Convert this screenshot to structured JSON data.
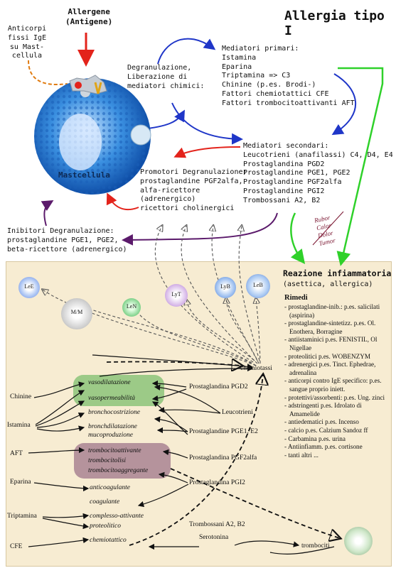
{
  "title": "Allergia tipo I",
  "allergen": {
    "line1": "Allergene",
    "line2": "(Antigene)"
  },
  "antibodies": {
    "lines": [
      "Anticorpi",
      "fissi IgE",
      "su Mast-",
      "cellula"
    ]
  },
  "cell_label": "Mastcellula",
  "degranulation": {
    "lines": [
      "Degranulazione,",
      "Liberazione di",
      "mediatori chimici:"
    ]
  },
  "primary": {
    "heading": "Mediatori primari:",
    "items": [
      "Istamina",
      "Eparina",
      "Triptamina => C3",
      "Chinine (p.es. Brodi-)",
      "Fattori chemiotattici CFE",
      "Fattori trombocitoattivanti AFT"
    ]
  },
  "secondary": {
    "heading": "Mediatori secondari:",
    "items": [
      "Leucotrieni (anafilassi) C4, D4, E4",
      "Prostaglandina PGD2",
      "Prostaglandine PGE1, PGE2",
      "Prostaglandine PGF2alfa",
      "Prostaglandine PGI2",
      "Trombossani A2, B2"
    ]
  },
  "promoters": {
    "heading": "Promotori Degranulazione:",
    "items": [
      "prostaglandine PGF2alfa,",
      "alfa-ricettore",
      "(adrenergico)",
      "ricettori cholinergici"
    ]
  },
  "inhibitors": {
    "heading": "Inibitori Degranulazione:",
    "items": [
      "prostaglandine PGE1, PGE2,",
      "beta-ricettore (adrenergico)"
    ]
  },
  "inflammation_signs": [
    "Rubor",
    "Calor",
    "Dolor",
    "Tumor"
  ],
  "reaction": {
    "title": "Reazione infiammatoria",
    "subtitle": "(asettica, allergica)"
  },
  "remedies": {
    "heading": "Rimedi",
    "items": [
      "- prostaglandine-inib.: p.es. salicilati (aspirina)",
      "- prostaglandine-sintetizz. p.es. Ol. Enothera, Borragine",
      "- antiistaminici p.es. FENISTIL, Ol Nigellae",
      "- proteolitici p.es. WOBENZYM",
      "- adrenergici p.es. Tinct. Ephedrae, adrenalina",
      "- anticorpi contro IgE specifico: p.es. sangue proprio iniett.",
      "- protettivi/assorbenti: p.es. Ung. zinci",
      "- adstringenti p.es. Idrolato di Amamelide",
      "- antiedematici p.es. Incenso",
      "- calcio p.es. Calzium Sandoz ff",
      "- Carbamina p.es. urina",
      "- Antiinfiamm. p.es. cortisone",
      "- tanti altri ..."
    ]
  },
  "cells": {
    "leE": "LeE",
    "mm": "M/M",
    "leN": "LeN",
    "lyT": "LyT",
    "lyB": "LyB",
    "leB": "LeB"
  },
  "chemotaxis": "chemiotassi",
  "mediators_left": [
    "Chinine",
    "Istamina",
    "AFT",
    "Eparina",
    "Triptamina",
    "CFE"
  ],
  "effects": [
    "vasodilatazione",
    "vasopermeabilità",
    "bronchocostrizione",
    "bronchdilatazione",
    "mucoproduzione",
    "trombocitoattivante",
    "trombocitolisi",
    "trombocitoaggregante",
    "anticoagulante",
    "coagulante",
    "complesso-attivante",
    "proteolitico",
    "chemiotattico"
  ],
  "mediators_right": [
    "Prostaglandina PGD2",
    "Leucotrieni",
    "Prostaglandine PGE1, E2",
    "Prostaglandina PGF2alfa",
    "Prostaglandina PGI2",
    "Trombossani A2, B2",
    "Serotonina"
  ],
  "platelets": "trombociti",
  "colors": {
    "panel": "#f7ecd2",
    "green_box": "#8cc47a",
    "purple_box": "#a98493",
    "red": "#e3231b",
    "blue": "#1f36c8",
    "green": "#2fd12a",
    "purple": "#5b1a6b",
    "orange": "#e07b10",
    "maroon": "#7a1530"
  }
}
